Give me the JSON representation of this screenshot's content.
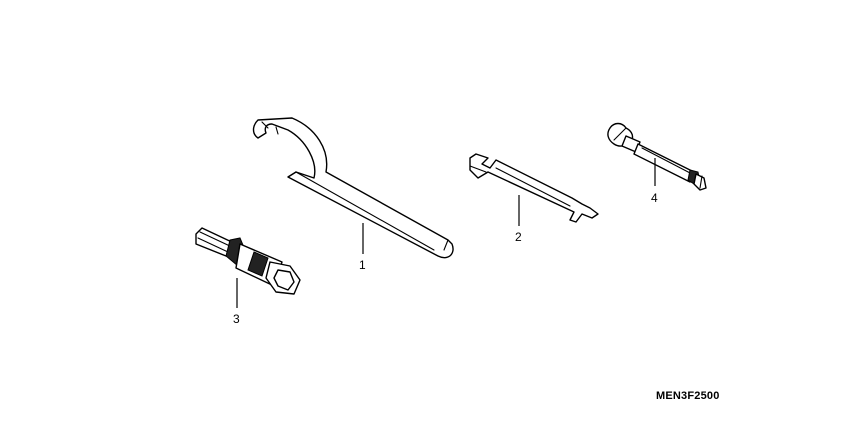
{
  "diagram": {
    "drawing_code": "MEN3F2500",
    "parts": [
      {
        "callout": "1",
        "icon": "pin-spanner-wrench-icon"
      },
      {
        "callout": "2",
        "icon": "open-end-wrench-icon"
      },
      {
        "callout": "3",
        "icon": "socket-wrench-icon"
      },
      {
        "callout": "4",
        "icon": "screwdriver-icon"
      }
    ]
  }
}
